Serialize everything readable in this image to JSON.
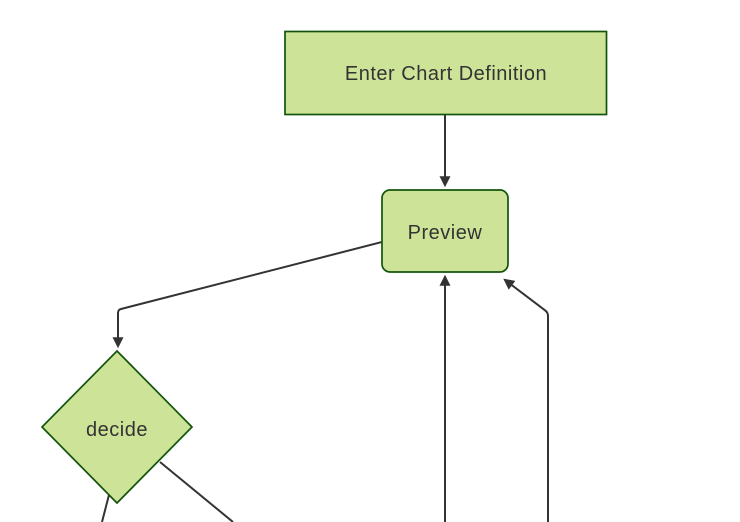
{
  "colors": {
    "node_fill": "#cde498",
    "node_border": "#13540c",
    "edge": "#333333",
    "label": "#333333",
    "background": "#ffffff"
  },
  "diagram": {
    "type": "flowchart",
    "direction": "top-down",
    "nodes": [
      {
        "id": "enter-chart-definition",
        "label": "Enter Chart Definition",
        "shape": "rectangle"
      },
      {
        "id": "preview",
        "label": "Preview",
        "shape": "rounded-rectangle"
      },
      {
        "id": "decide",
        "label": "decide",
        "shape": "diamond"
      }
    ],
    "edges": [
      {
        "from": "enter-chart-definition",
        "to": "preview",
        "arrowhead": true
      },
      {
        "from": "preview",
        "to": "decide",
        "arrowhead": true
      },
      {
        "from": "below-viewport-left",
        "to": "preview",
        "arrowhead": true
      },
      {
        "from": "below-viewport-right",
        "to": "preview",
        "arrowhead": true
      },
      {
        "from": "decide",
        "to": "below-viewport-left",
        "arrowhead": false
      },
      {
        "from": "decide",
        "to": "below-viewport-right",
        "arrowhead": false
      }
    ]
  }
}
